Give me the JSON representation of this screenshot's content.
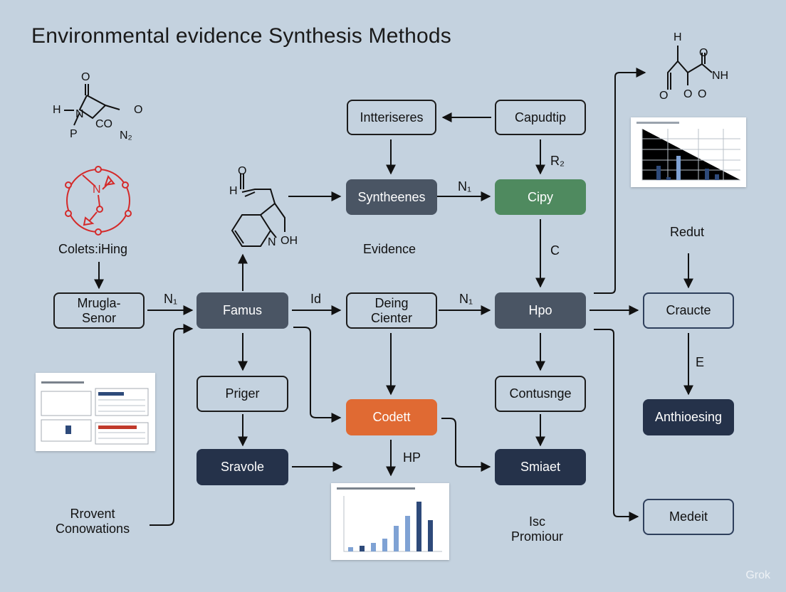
{
  "title": "Environmental evidence Synthesis  Methods",
  "nodes": {
    "interiserses": "Intteriseres",
    "capudtip": "Capudtip",
    "syntheenes": "Syntheenes",
    "cipy": "Cipy",
    "mrugla": "Mrugla-\nSenor",
    "famus": "Famus",
    "deing": "Deing\nCienter",
    "hpo": "Hpo",
    "craucte": "Craucte",
    "priger": "Priger",
    "codett": "Codett",
    "contusnge": "Contusnge",
    "anthioesing": "Anthioesing",
    "sravole": "Sravole",
    "smiaet": "Smiaet",
    "medeit": "Medeit"
  },
  "labels": {
    "colets": "Colets:iHing",
    "evidence": "Evidence",
    "redut": "Redut",
    "rrovent": "Rrovent\nConowations",
    "isc": "Isc\nPromiour",
    "r2": "R₂",
    "n1_top": "N₁",
    "c": "C",
    "n1_left": "N₁",
    "id": "Id",
    "n1_mid": "N₁",
    "e": "E",
    "hp": "HP"
  },
  "chem": {
    "top_left": [
      "O",
      "H",
      "N",
      "P",
      "CO",
      "N₂",
      "O"
    ],
    "center": [
      "O",
      "H",
      "N",
      "OH"
    ],
    "top_right": [
      "H",
      "O",
      "NH",
      "O",
      "O",
      "O"
    ],
    "red_ring": [
      "N"
    ]
  },
  "watermark": "Grok",
  "colors": {
    "background": "#c4d2df",
    "slate": "#4a5564",
    "green": "#4f8a5f",
    "orange": "#e06a33",
    "navy": "#25324a",
    "chem_red": "#d42a2a"
  }
}
